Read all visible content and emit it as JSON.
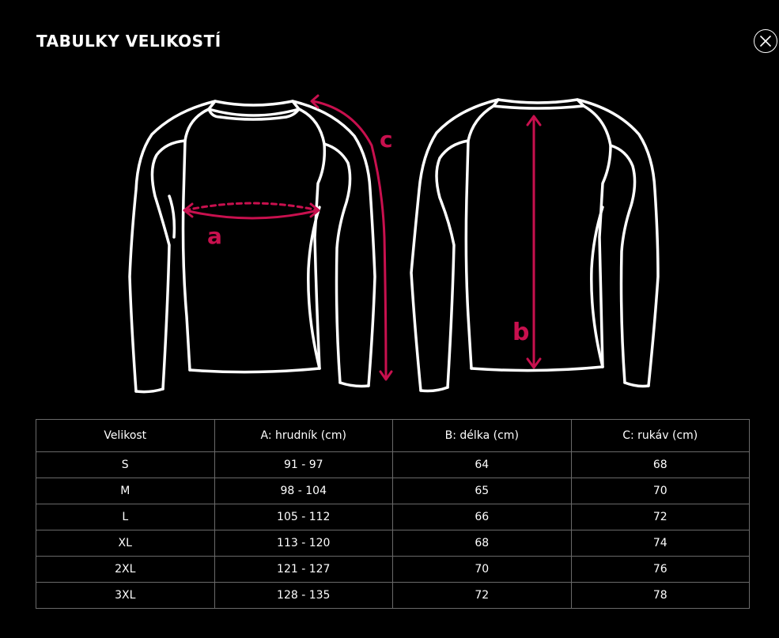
{
  "modal": {
    "title": "TABULKY VELIKOSTÍ",
    "close_icon": "close-x-icon"
  },
  "figure": {
    "front_label_a": "a",
    "front_label_c": "c",
    "back_label_b": "b",
    "accent_color": "#c8104e",
    "outline_color": "#ffffff"
  },
  "table": {
    "headers": [
      "Velikost",
      "A: hrudník (cm)",
      "B: délka (cm)",
      "C: rukáv (cm)"
    ],
    "rows": [
      [
        "S",
        "91 - 97",
        "64",
        "68"
      ],
      [
        "M",
        "98 - 104",
        "65",
        "70"
      ],
      [
        "L",
        "105 - 112",
        "66",
        "72"
      ],
      [
        "XL",
        "113 - 120",
        "68",
        "74"
      ],
      [
        "2XL",
        "121 - 127",
        "70",
        "76"
      ],
      [
        "3XL",
        "128 - 135",
        "72",
        "78"
      ]
    ]
  }
}
